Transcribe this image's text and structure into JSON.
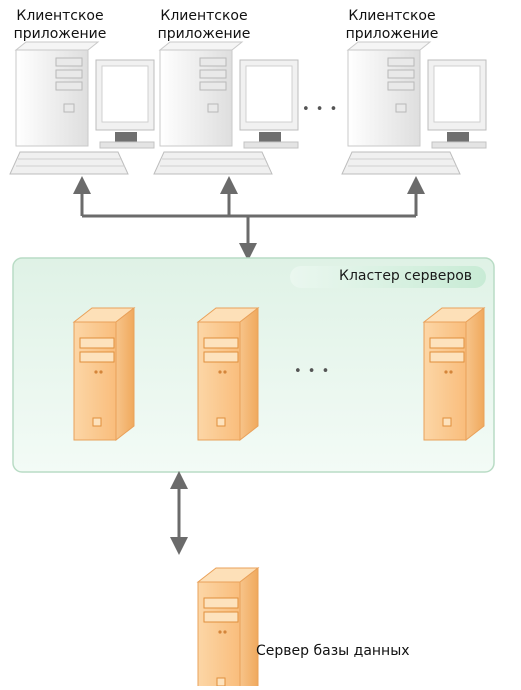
{
  "clients": [
    {
      "label_line1": "Клиентское",
      "label_line2": "приложение"
    },
    {
      "label_line1": "Клиентское",
      "label_line2": "приложение"
    },
    {
      "label_line1": "Клиентское",
      "label_line2": "приложение"
    }
  ],
  "ellipsis": "• • •",
  "cluster": {
    "title": "Кластер серверов"
  },
  "database": {
    "label": "Сервер базы данных"
  },
  "colors": {
    "cluster_fill": "#e6f5ec",
    "cluster_border": "#b9dcc5",
    "server_front": "#fbc98f",
    "server_side": "#f5ae66",
    "server_edge": "#e79a45",
    "computer_gray": "#e8e8e8",
    "arrow": "#6b6b6b"
  }
}
